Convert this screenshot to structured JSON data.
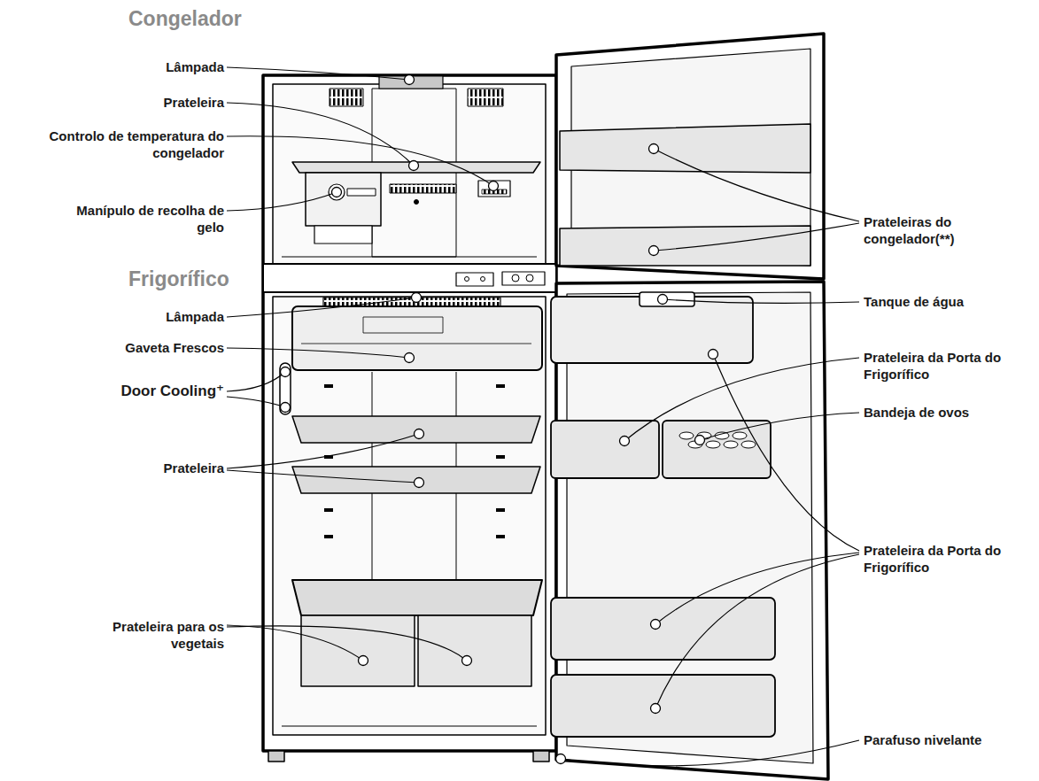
{
  "diagram": {
    "labels": [
      "Congelador",
      "Lâmpada",
      "Prateleira",
      "Controlo de temperatura do congelador",
      "Manípulo de recolha de gelo",
      "Frigorífico",
      "Lâmpada",
      "Gaveta Frescos",
      "Door Cooling⁺",
      "Prateleira",
      "Prateleira para os vegetais",
      "Prateleiras do congelador(**)",
      "Tanque de água",
      "Prateleira da Porta do Frigorífico",
      "Bandeja de ovos",
      "Prateleira da Porta do Frigorífico",
      "Parafuso nivelante"
    ]
  }
}
